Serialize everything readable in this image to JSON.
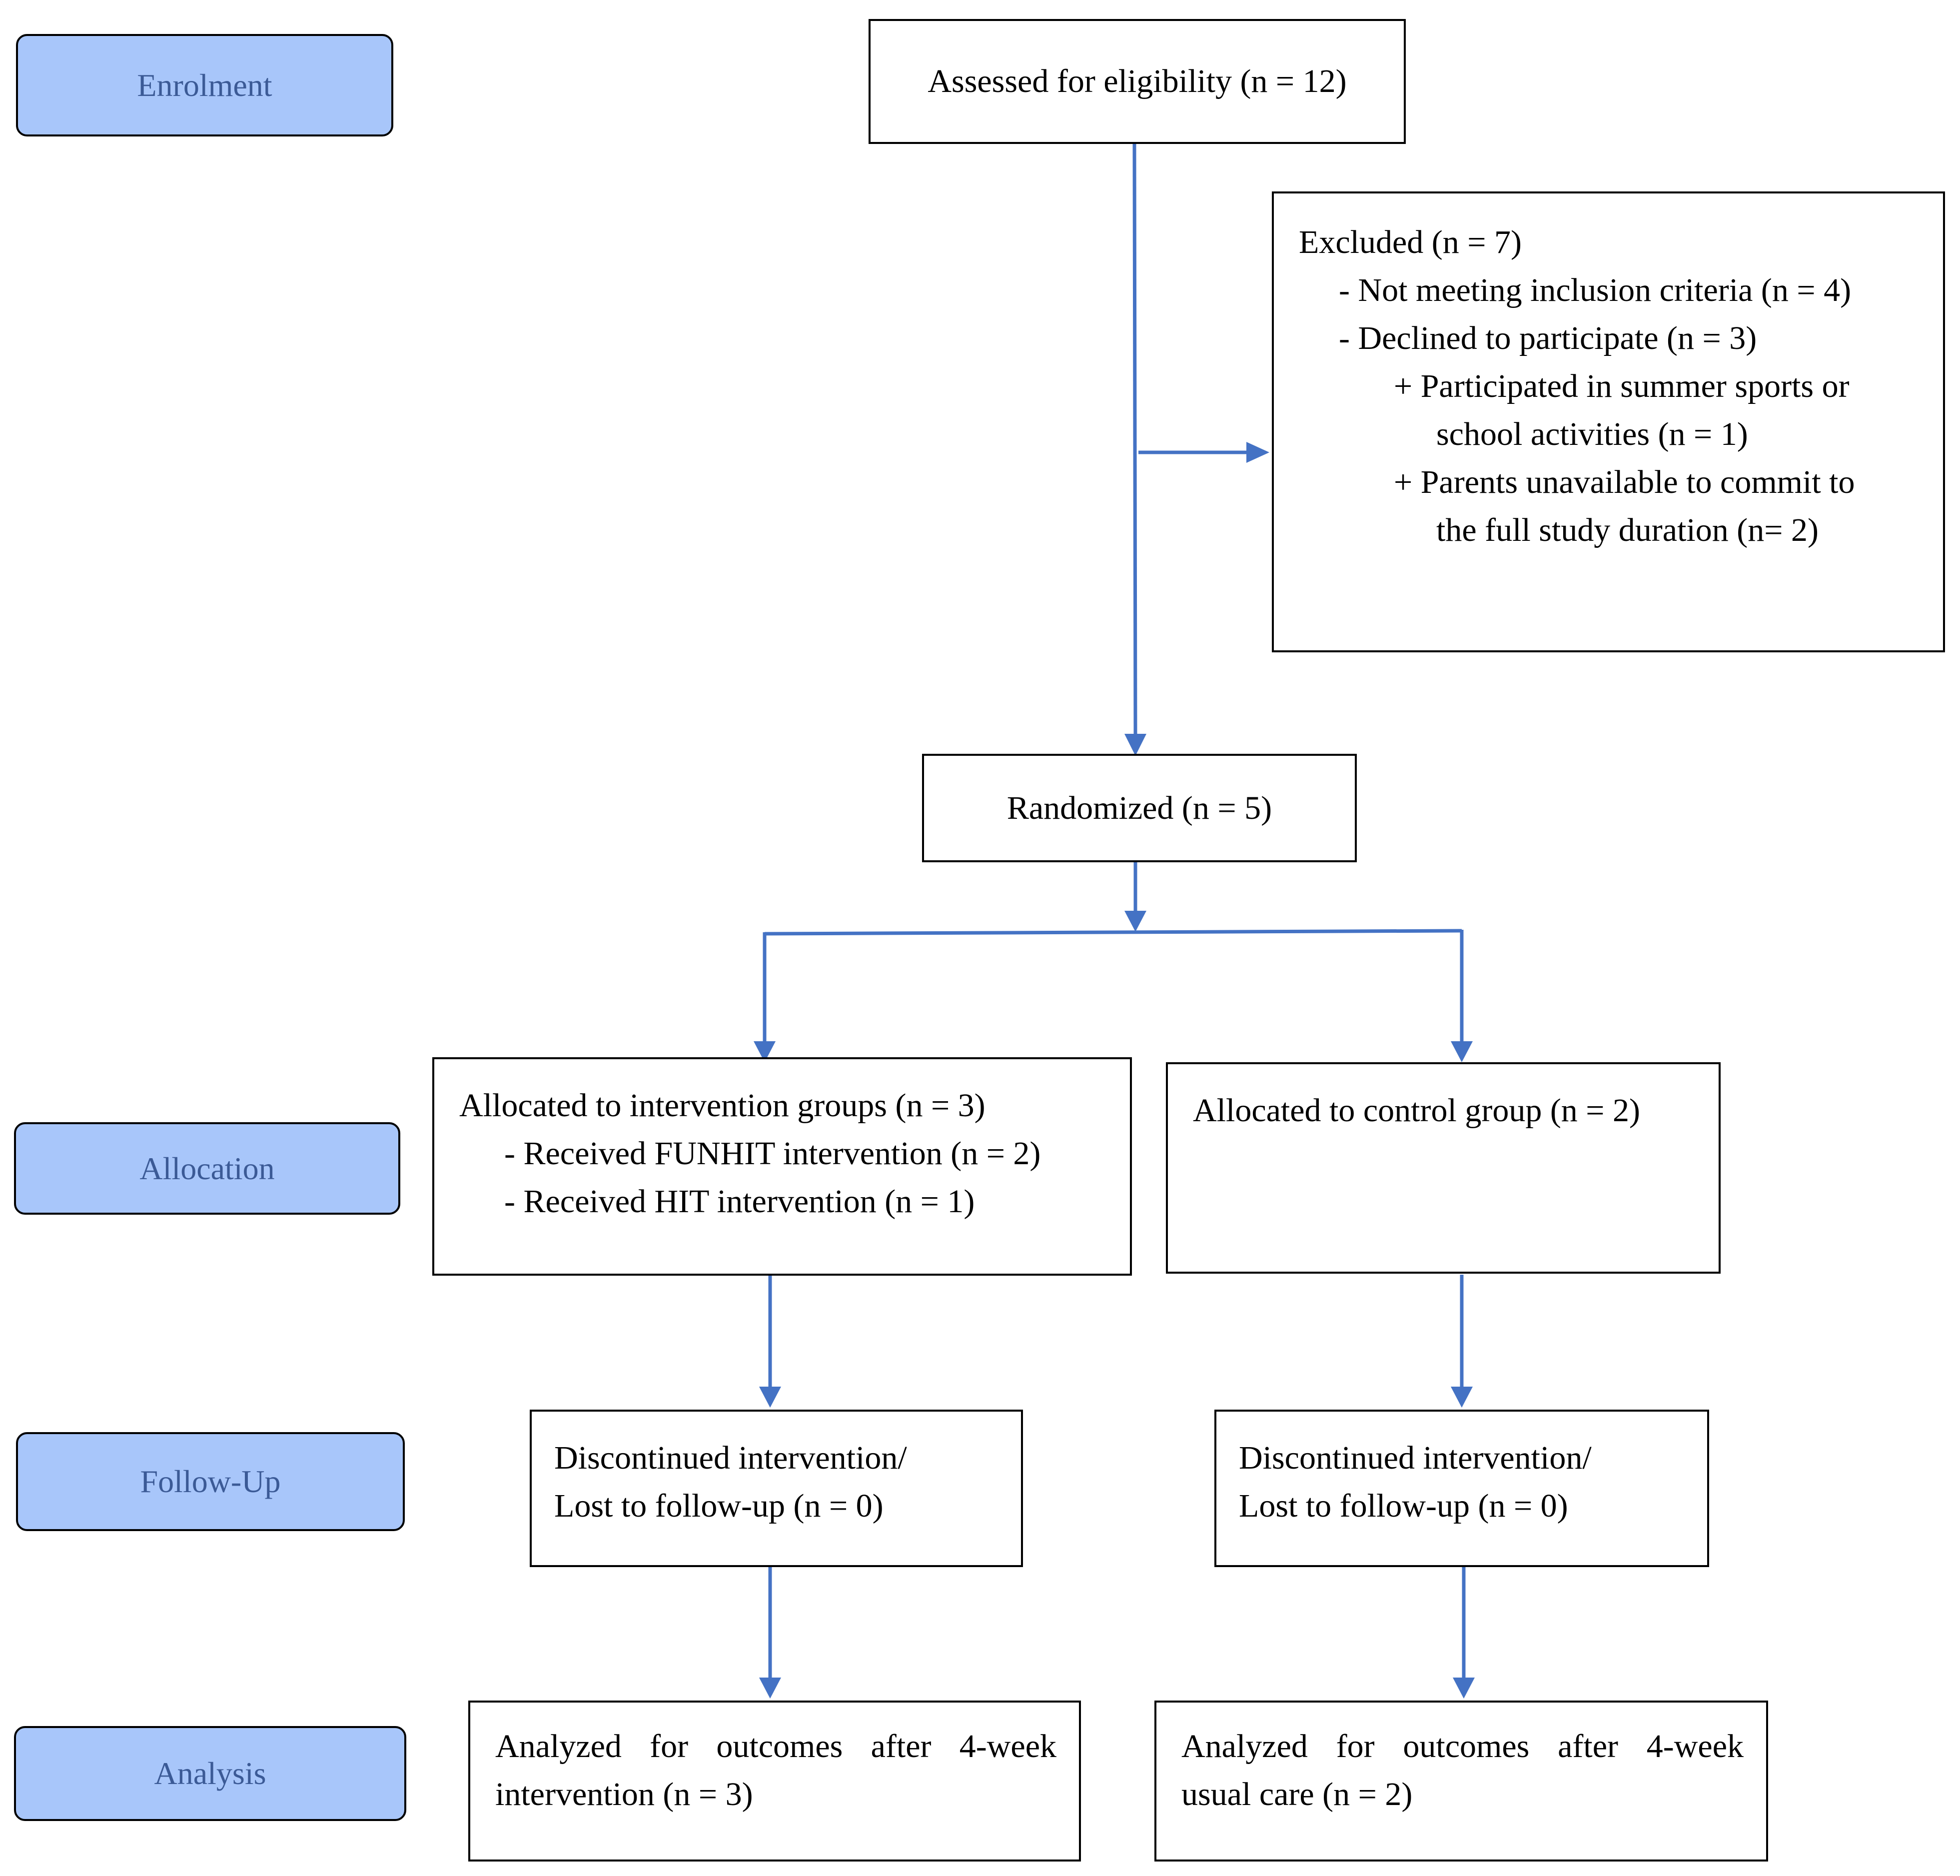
{
  "stages": {
    "enrolment": "Enrolment",
    "allocation": "Allocation",
    "follow_up": "Follow-Up",
    "analysis": "Analysis"
  },
  "boxes": {
    "assessed": "Assessed for eligibility (n = 12)",
    "excluded": {
      "title": "Excluded (n = 7)",
      "lines": [
        "- Not meeting inclusion criteria (n = 4)",
        "- Declined to participate (n = 3)",
        "+ Participated in summer sports or",
        "school activities (n = 1)",
        "+ Parents unavailable to commit to",
        "the full study duration (n= 2)"
      ]
    },
    "randomized": "Randomized (n = 5)",
    "intervention_alloc": {
      "title": "Allocated to intervention groups (n = 3)",
      "lines": [
        "- Received FUNHIT intervention (n = 2)",
        "- Received HIT intervention (n = 1)"
      ]
    },
    "control_alloc": "Allocated to control group (n = 2)",
    "followup_left": [
      "Discontinued intervention/",
      "Lost to follow-up (n = 0)"
    ],
    "followup_right": [
      "Discontinued intervention/",
      "Lost to follow-up (n = 0)"
    ],
    "analysis_left": [
      "Analyzed for outcomes after 4-week",
      "intervention (n = 3)"
    ],
    "analysis_right": [
      "Analyzed for outcomes after 4-week",
      "usual care (n = 2)"
    ]
  },
  "colors": {
    "stage_fill": "#a8c6fa",
    "stage_text": "#3b5a96",
    "arrow": "#4472c4"
  }
}
